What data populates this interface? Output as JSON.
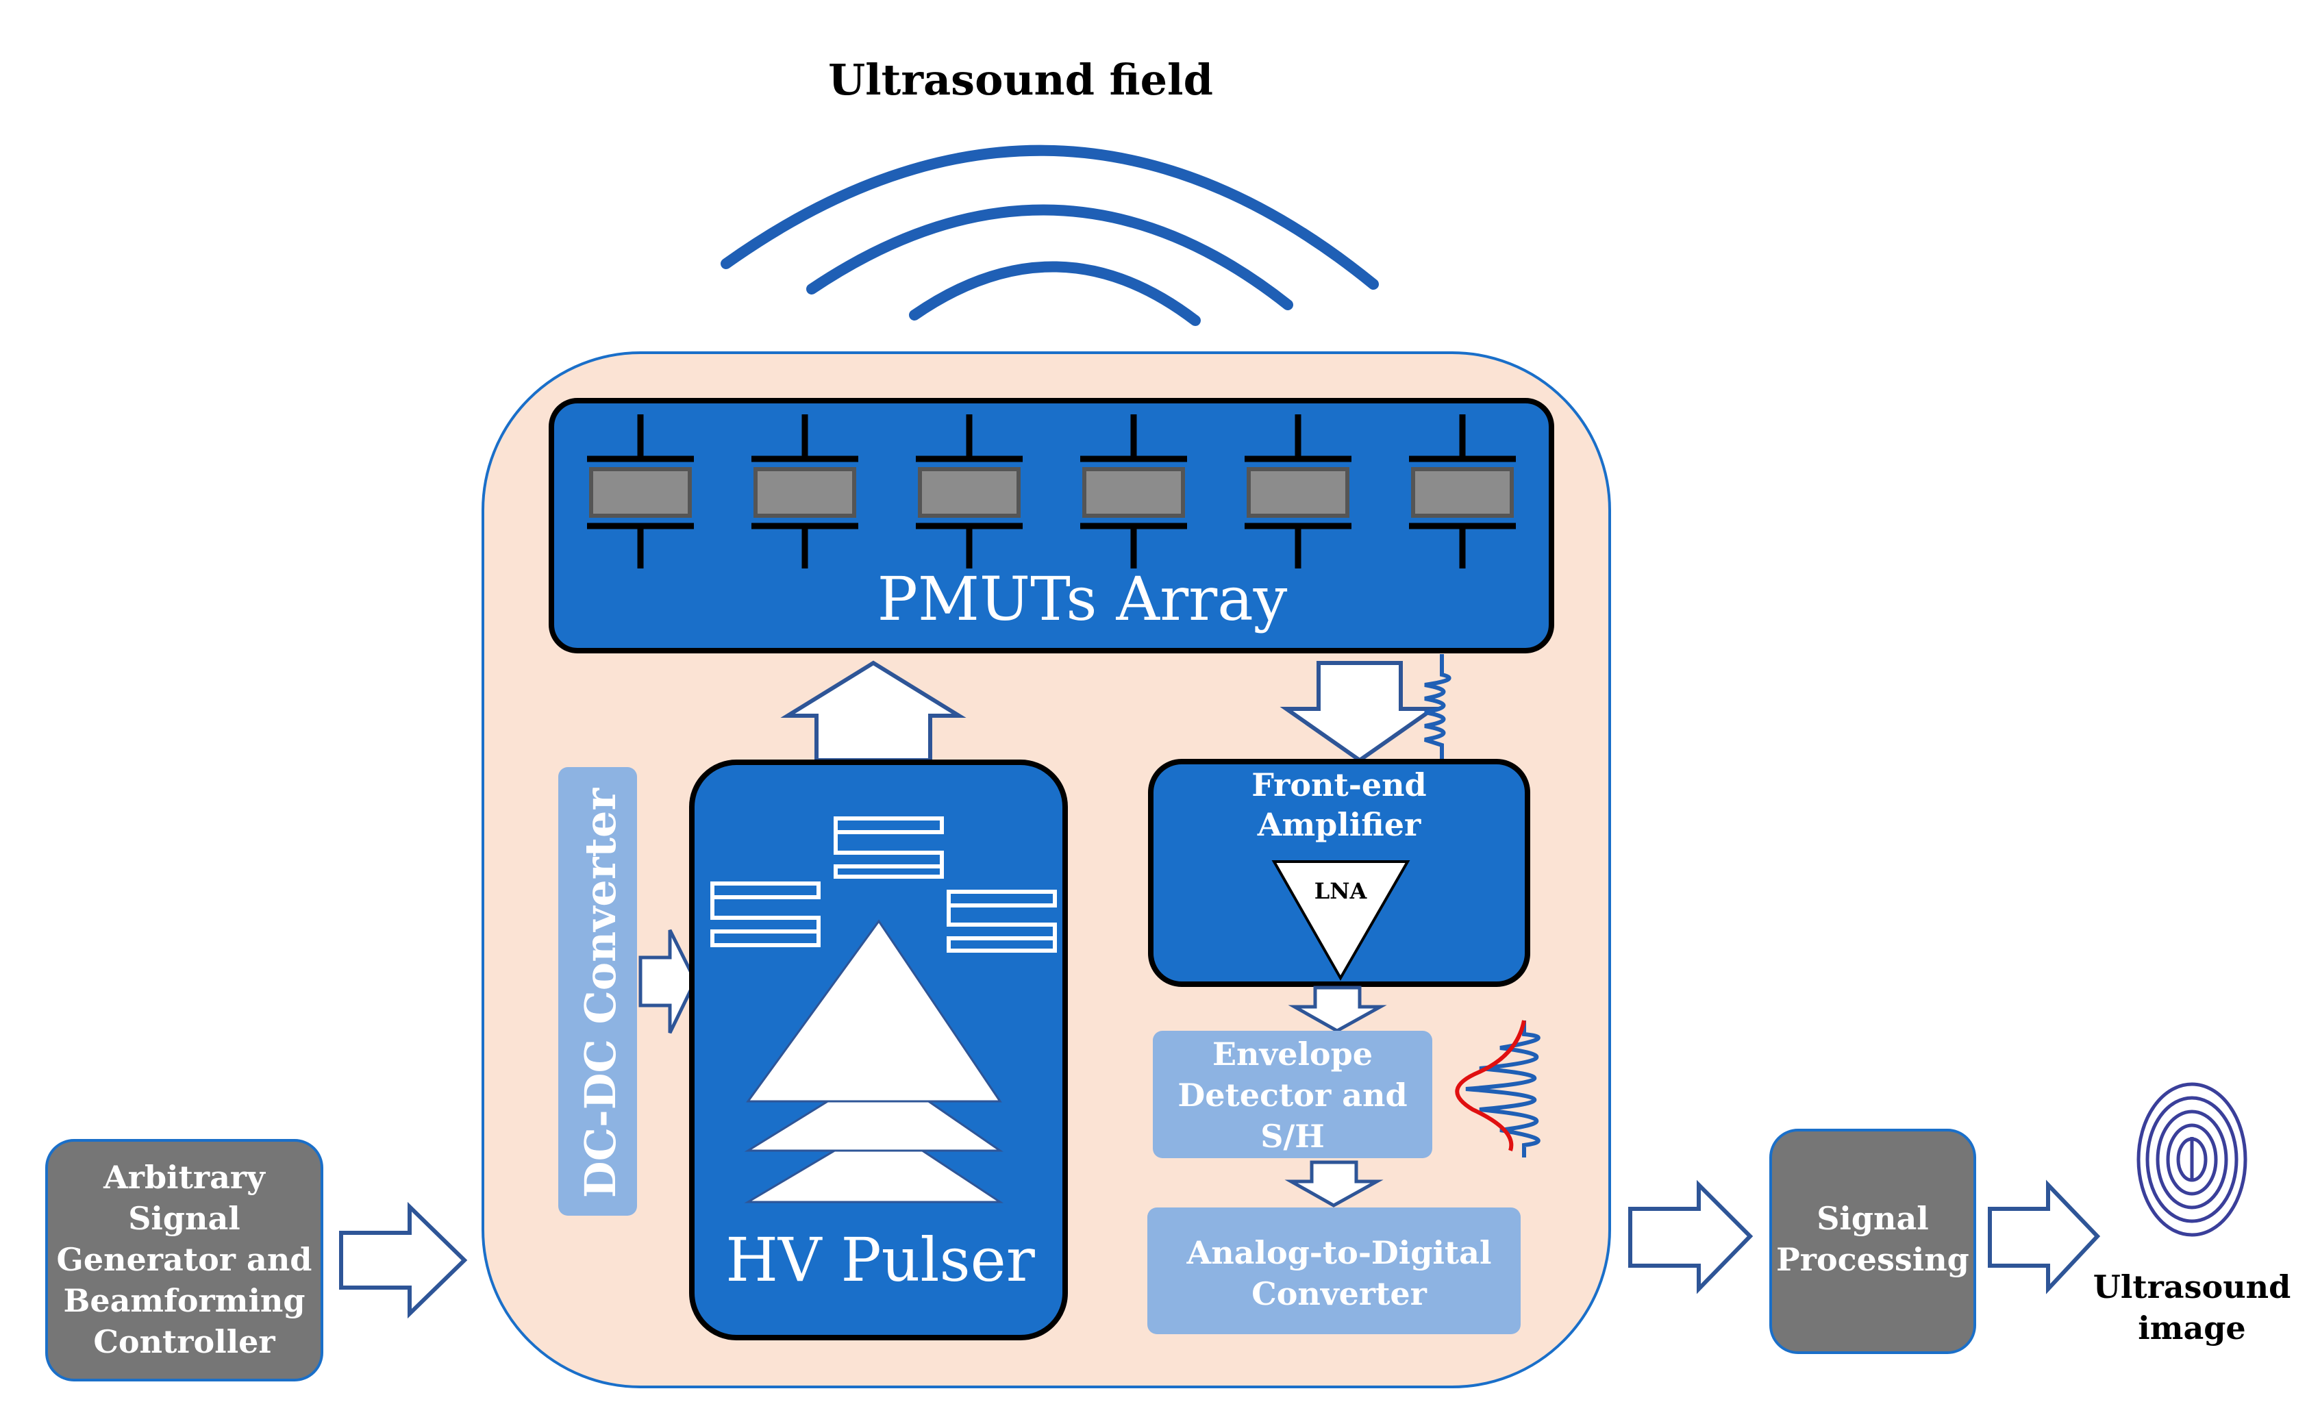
{
  "title": "Ultrasound field",
  "blocks": {
    "pmuts": "PMUTs Array",
    "hv_pulser": "HV Pulser",
    "dcdc": "DC-DC Converter",
    "front_end": [
      "Front-end",
      "Amplifier"
    ],
    "lna": "LNA",
    "envelope": [
      "Envelope",
      "Detector and",
      "S/H"
    ],
    "adc": [
      "Analog-to-Digital",
      "Converter"
    ],
    "arbitrary": [
      "Arbitrary",
      "Signal",
      "Generator and",
      "Beamforming",
      "Controller"
    ],
    "signal_processing": [
      "Signal",
      "Processing"
    ],
    "ultrasound_image": [
      "Ultrasound",
      "image"
    ]
  },
  "colors": {
    "core_bg": "#fbe3d4",
    "block_blue": "#1a6fc9",
    "block_light": "#8db3e2",
    "block_gray": "#767676",
    "arrow_blue": "#2e5597",
    "wave_blue": "#1f5fb5"
  },
  "icons": {
    "fingerprint": "fingerprint-icon",
    "transducer_elements": 6
  }
}
